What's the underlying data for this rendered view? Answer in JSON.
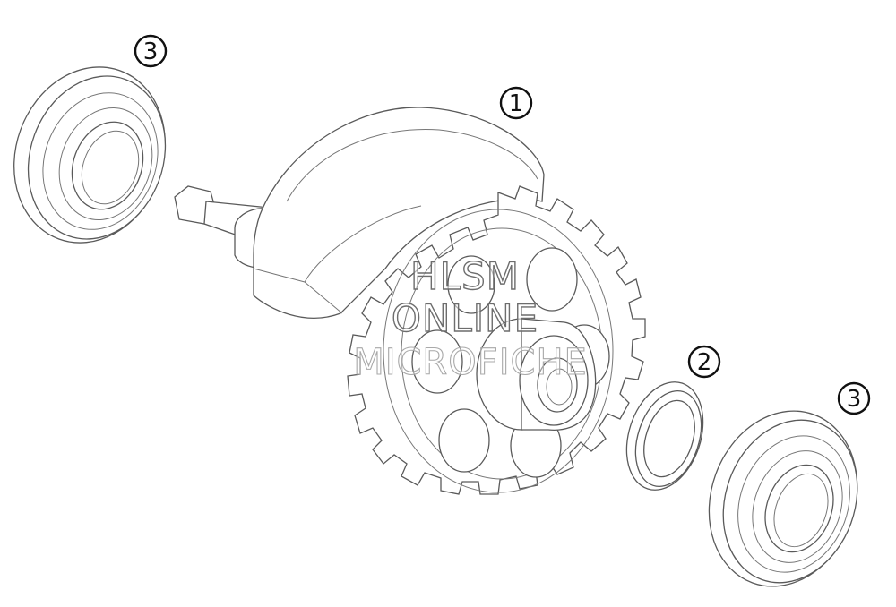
{
  "diagram": {
    "callouts": [
      {
        "id": "callout-3-left",
        "label": "3"
      },
      {
        "id": "callout-1",
        "label": "1"
      },
      {
        "id": "callout-2",
        "label": "2"
      },
      {
        "id": "callout-3-right",
        "label": "3"
      }
    ],
    "watermark": {
      "line1": "HLSM",
      "line2": "ONLINE",
      "line3": "MICROFICHE"
    }
  }
}
